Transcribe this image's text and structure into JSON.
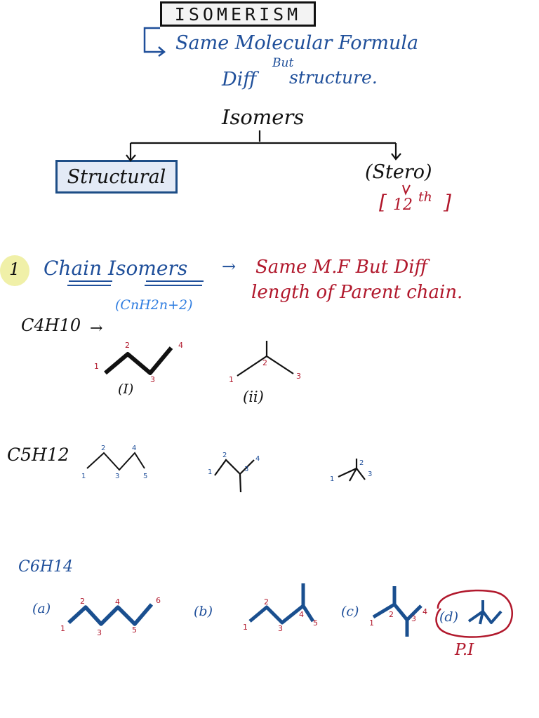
{
  "title": "ISOMERISM",
  "definition": {
    "line1": "Same Molecular Formula",
    "line2_diff": "Diff",
    "line2_but": "But",
    "line2_structure": "structure."
  },
  "tree": {
    "root": "Isomers",
    "left": "Structural",
    "right": "(Stero)",
    "right_note_open": "[",
    "right_note_num": "12",
    "right_note_suffix": "th",
    "right_note_close": "]"
  },
  "chain": {
    "number": "1",
    "heading": "Chain Isomers",
    "arrow": "→",
    "desc_line1": "Same M.F  But Diff",
    "desc_line2": "length of Parent chain.",
    "general_formula": "(CnH2n+2)"
  },
  "c4": {
    "formula": "C4H10",
    "arrow": "→",
    "label_i": "(I)",
    "label_ii": "(ii)",
    "nums_i": [
      "1",
      "2",
      "3",
      "4"
    ],
    "nums_ii": [
      "1",
      "2",
      "3"
    ]
  },
  "c5": {
    "formula": "C5H12",
    "nums_a": [
      "1",
      "2",
      "3",
      "4",
      "5"
    ],
    "nums_b": [
      "1",
      "2",
      "3",
      "4"
    ],
    "nums_c": [
      "1",
      "2",
      "3"
    ]
  },
  "c6": {
    "formula": "C6H14",
    "label_a": "(a)",
    "label_b": "(b)",
    "label_c": "(c)",
    "label_d": "(d)",
    "nums_a": [
      "1",
      "2",
      "3",
      "4",
      "5",
      "6"
    ],
    "nums_b": [
      "1",
      "2",
      "3",
      "4",
      "5"
    ],
    "nums_c": [
      "1",
      "2",
      "3",
      "4"
    ],
    "note_d": "P.I"
  },
  "colors": {
    "ink_black": "#111111",
    "ink_blue": "#1f4f9a",
    "ink_red": "#b1182c",
    "ink_lightblue": "#2f7de0",
    "highlight": "#f0f0a8"
  }
}
